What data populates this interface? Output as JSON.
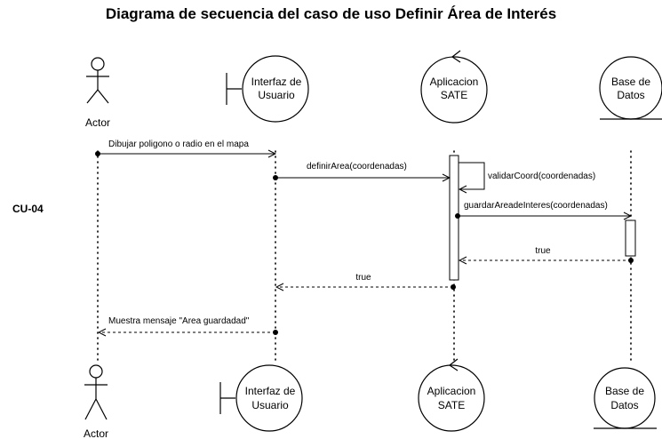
{
  "title": "Diagrama de secuencia del caso de uso Definir Área de Interés",
  "side_label": "CU-04",
  "participants": {
    "actor": {
      "label": "Actor"
    },
    "ui": {
      "line1": "Interfaz de",
      "line2": "Usuario"
    },
    "app": {
      "line1": "Aplicacion",
      "line2": "SATE"
    },
    "db": {
      "line1": "Base de",
      "line2": "Datos"
    }
  },
  "messages": [
    {
      "text": "Dibujar poligono o radio en el mapa",
      "type": "sync"
    },
    {
      "text": "definirArea(coordenadas)",
      "type": "sync"
    },
    {
      "text": "validarCoord(coordenadas)",
      "type": "self"
    },
    {
      "text": "guardarAreadeInteres(coordenadas)",
      "type": "sync"
    },
    {
      "text": "true",
      "type": "return"
    },
    {
      "text": "true",
      "type": "return"
    },
    {
      "text": "Muestra mensaje \"Area guardadad\"",
      "type": "return"
    }
  ],
  "colors": {
    "line": "#000000",
    "background": "#ffffff"
  }
}
